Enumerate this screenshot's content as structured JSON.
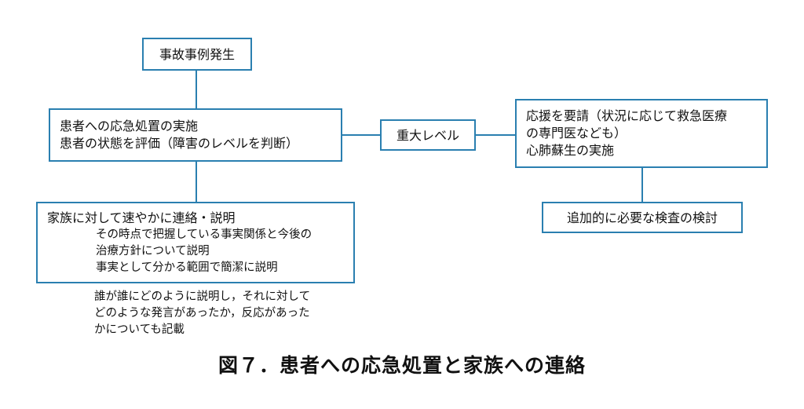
{
  "diagram": {
    "nodes": {
      "incident": {
        "lines": [
          "事故事例発生"
        ]
      },
      "first_aid": {
        "lines": [
          "患者への応急処置の実施",
          "患者の状態を評価（障害のレベルを判断）"
        ]
      },
      "severe": {
        "lines": [
          "重大レベル"
        ]
      },
      "call_help": {
        "lines": [
          "応援を要請（状況に応じて救急医療",
          "の専門医なども）",
          "心肺蘇生の実施"
        ]
      },
      "tests": {
        "lines": [
          "追加的に必要な検査の検討"
        ]
      },
      "family": {
        "title": "家族に対して速やかに連絡・説明",
        "details": [
          "その時点で把握している事実関係と今後の",
          "治療方針について説明",
          "事実として分かる範囲で簡潔に説明"
        ]
      }
    },
    "note": [
      "誰が誰にどのように説明し，それに対して",
      "どのような発言があったか，反応があった",
      "かについても記載"
    ],
    "caption": "図７．患者への応急処置と家族への連絡",
    "colors": {
      "border": "#2a7fb0",
      "connector": "#2a7fb0",
      "text": "#111111",
      "background": "#ffffff"
    }
  }
}
